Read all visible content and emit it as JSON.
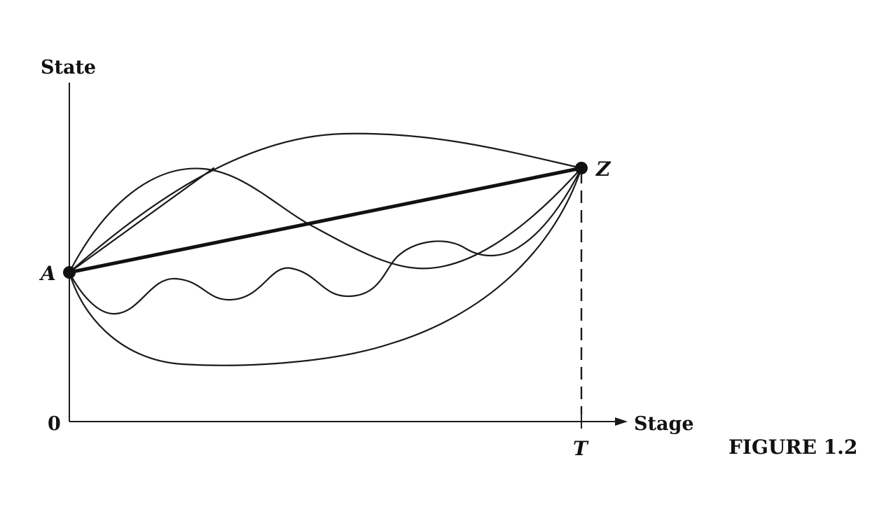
{
  "diagram": {
    "y_axis_label": "State",
    "x_axis_label": "Stage",
    "origin_label": "0",
    "terminal_stage_label": "T",
    "start_point_label": "A",
    "end_point_label": "Z",
    "figure_caption": "FIGURE 1.2"
  }
}
